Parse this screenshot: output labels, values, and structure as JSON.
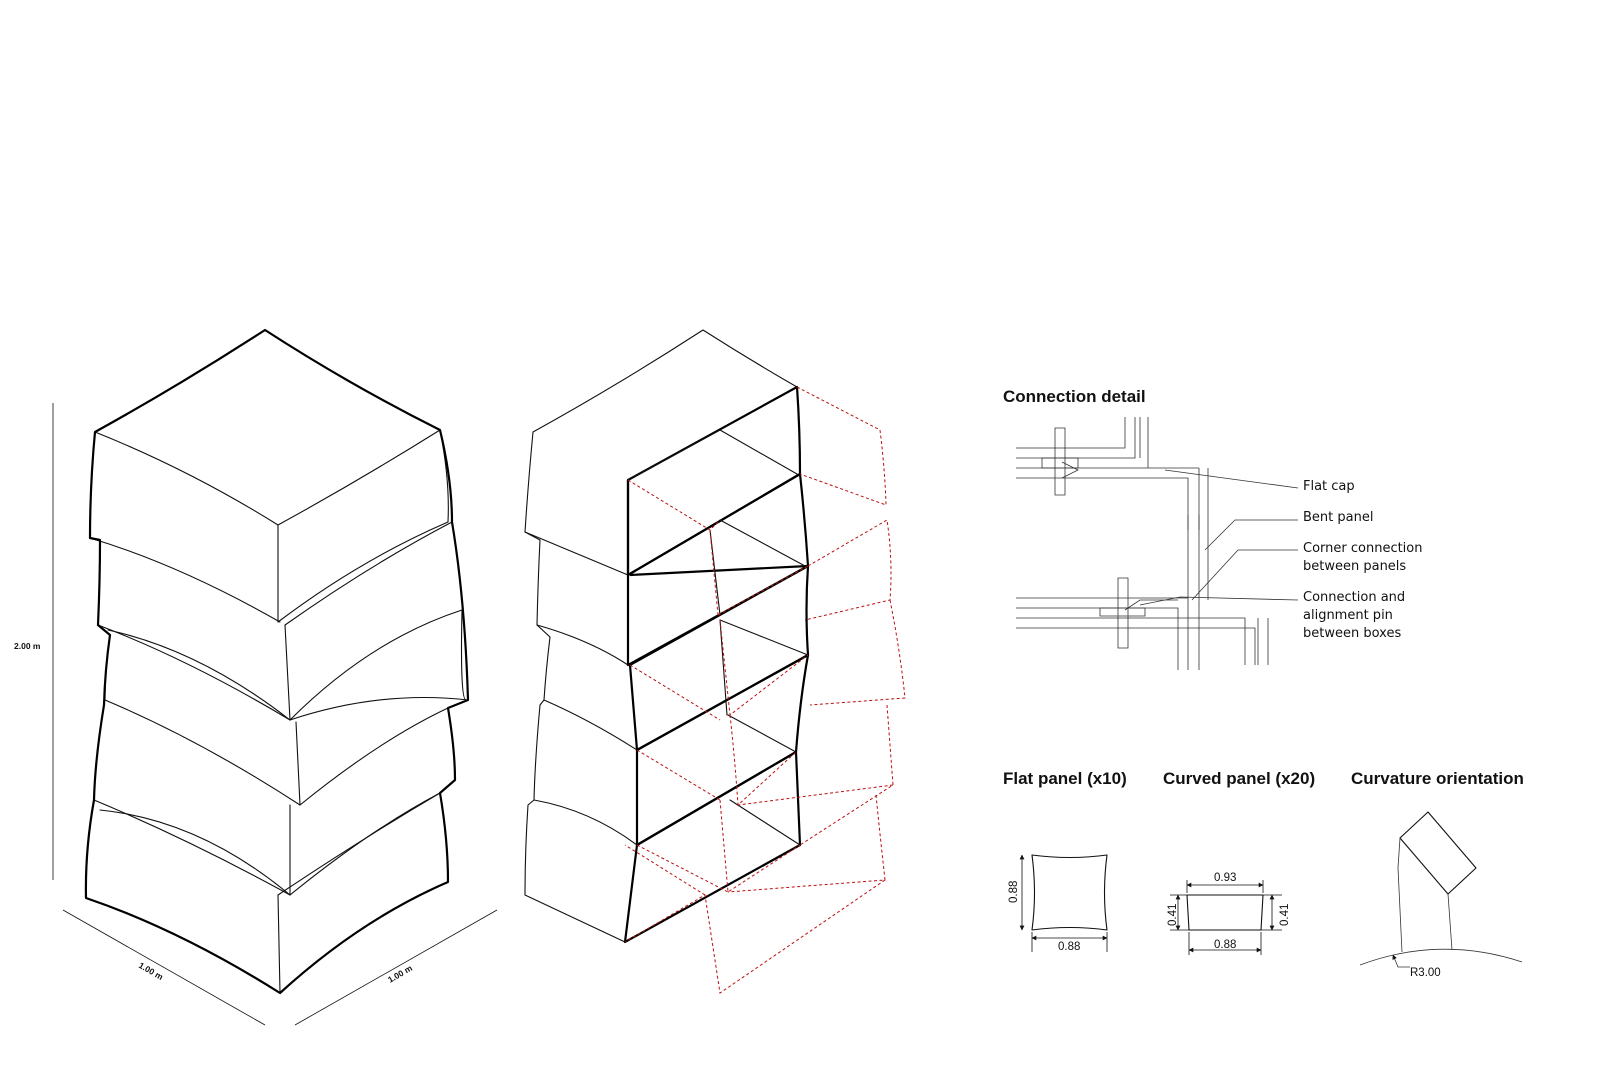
{
  "dimensions": {
    "height": "2.00 m",
    "width_left": "1.00 m",
    "width_right": "1.00 m"
  },
  "connection_detail": {
    "title": "Connection detail",
    "labels": {
      "flat_cap": "Flat cap",
      "bent_panel": "Bent panel",
      "corner_1": "Corner connection",
      "corner_2": "between panels",
      "pin_1": "Connection and",
      "pin_2": "alignment pin",
      "pin_3": "between boxes"
    }
  },
  "flat_panel": {
    "title": "Flat panel (x10)",
    "height": "0.88",
    "width": "0.88"
  },
  "curved_panel": {
    "title": "Curved panel (x20)",
    "top": "0.93",
    "bottom": "0.88",
    "left": "0.41",
    "right": "0.41"
  },
  "curvature": {
    "title": "Curvature orientation",
    "radius": "R3.00"
  }
}
